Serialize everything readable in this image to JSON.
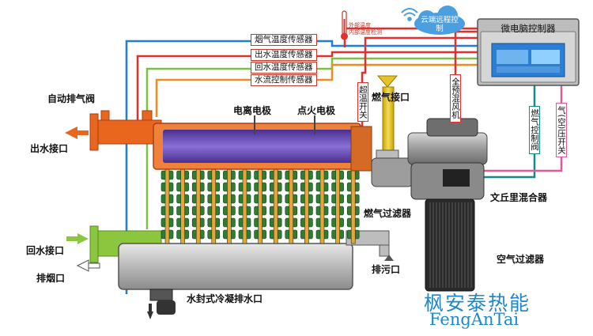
{
  "labels": {
    "flue_gas_temp_sensor": "烟气温度传感器",
    "outlet_water_temp_sensor": "出水温度传感器",
    "return_water_temp_sensor": "回水温度传感器",
    "water_flow_sensor": "水流控制传感器",
    "auto_vent_valve": "自动排气阀",
    "outlet_water_port": "出水接口",
    "return_water_port": "回水接口",
    "exhaust_port": "排烟口",
    "ionization_electrode": "电离电极",
    "ignition_electrode": "点火电极",
    "overheat_switch": "超温开关",
    "gas_inlet": "燃气接口",
    "premix_fan": "全预混风机",
    "gas_control_valve": "燃气控制阀",
    "air_pressure_switch": "气(空)压开关",
    "venturi_mixer": "文丘里混合器",
    "gas_filter": "燃气过滤器",
    "air_filter": "空气过滤器",
    "drain_port": "排污口",
    "condensate_drain": "水封式冷凝排水口",
    "microcomputer_controller": "微电脑控制器",
    "cloud_remote_control": "云端远程控制",
    "outdoor_temp": "外部温度",
    "indoor_temp_detect": "内部温度检测"
  },
  "brand": {
    "name_cn": "枫安泰热能",
    "name_en": "FengAnTai"
  },
  "colors": {
    "flue_line": "#1e7ed6",
    "outlet_line": "#e03030",
    "return_line": "#7ac143",
    "flow_line": "#f28a1e",
    "water_in": "#8cc63f",
    "water_out": "#e8661e",
    "heat_exchanger": "#2e7d32",
    "burner": "#6a3fb5",
    "gas": "#e6c229",
    "controller_screen": "#2a7fd4"
  },
  "icons": {
    "wifi": "wifi-icon",
    "cloud": "cloud-icon",
    "thermometer": "thermometer-icon"
  }
}
